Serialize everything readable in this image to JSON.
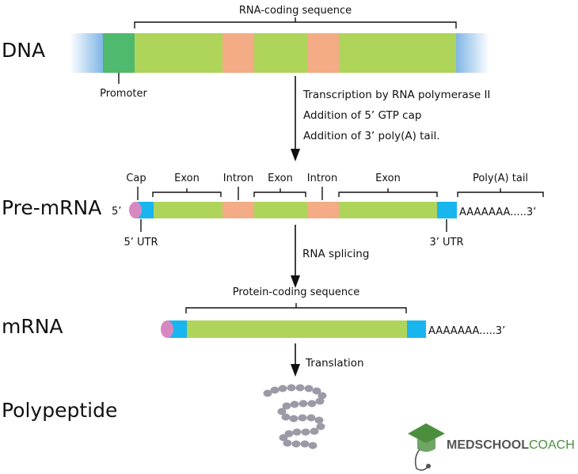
{
  "colors": {
    "exon": "#afd45a",
    "intron": "#f3ac86",
    "utr": "#19b5ee",
    "cap": "#d888c0",
    "promoter": "#4fb96e",
    "dna_end": "#7fb6e6",
    "peptide": "#9c9aa6",
    "logo_green": "#4b8f3e",
    "logo_gray": "#555555"
  },
  "rows": {
    "dna": "DNA",
    "pre_mrna": "Pre-mRNA",
    "mrna": "mRNA",
    "polypeptide": "Polypeptide"
  },
  "dna": {
    "coding_label": "RNA-coding sequence",
    "promoter_label": "Promoter"
  },
  "transcription_steps": [
    "Transcription by RNA polymerase II",
    "Addition of 5’ GTP cap",
    "Addition of 3’ poly(A) tail."
  ],
  "pre_mrna": {
    "five_prime": "5’",
    "cap_label": "Cap",
    "exon_label": "Exon",
    "intron_label": "Intron",
    "polya_label": "Poly(A) tail",
    "polya_seq": "AAAAAAA.....3’",
    "utr5_label": "5’ UTR",
    "utr3_label": "3’ UTR"
  },
  "splicing_label": "RNA splicing",
  "mrna": {
    "protein_coding_label": "Protein-coding sequence",
    "polya_seq": "AAAAAAA.....3’"
  },
  "translation_label": "Translation",
  "logo": {
    "name_bold": "MEDSCHOOL",
    "name_light": "COACH"
  }
}
